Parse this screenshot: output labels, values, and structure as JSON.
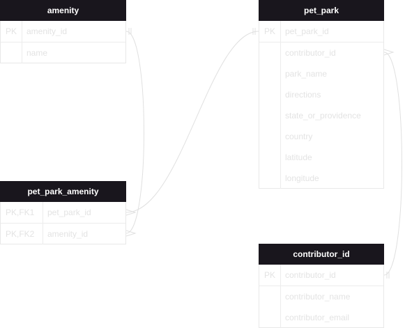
{
  "colors": {
    "header_bg": "#19161d",
    "header_text": "#ffffff",
    "field_text": "#e3e3e3",
    "border": "#ececec",
    "connector": "#e0e0e0"
  },
  "entities": {
    "amenity": {
      "title": "amenity",
      "rows": [
        {
          "key": "PK",
          "name": "amenity_id"
        },
        {
          "key": "",
          "name": "name"
        }
      ]
    },
    "pet_park": {
      "title": "pet_park",
      "rows": [
        {
          "key": "PK",
          "name": "pet_park_id"
        },
        {
          "key": "",
          "name": "contributor_id"
        },
        {
          "key": "",
          "name": "park_name"
        },
        {
          "key": "",
          "name": "directions"
        },
        {
          "key": "",
          "name": "state_or_providence"
        },
        {
          "key": "",
          "name": "country"
        },
        {
          "key": "",
          "name": "latitude"
        },
        {
          "key": "",
          "name": "longitude"
        }
      ]
    },
    "pet_park_amenity": {
      "title": "pet_park_amenity",
      "rows": [
        {
          "key": "PK,FK1",
          "name": "pet_park_id"
        },
        {
          "key": "PK,FK2",
          "name": "amenity_id"
        }
      ]
    },
    "contributor_id": {
      "title": "contributor_id",
      "rows": [
        {
          "key": "PK",
          "name": "contributor_id"
        },
        {
          "key": "",
          "name": "contributor_name"
        },
        {
          "key": "",
          "name": "contributor_email"
        }
      ]
    }
  }
}
